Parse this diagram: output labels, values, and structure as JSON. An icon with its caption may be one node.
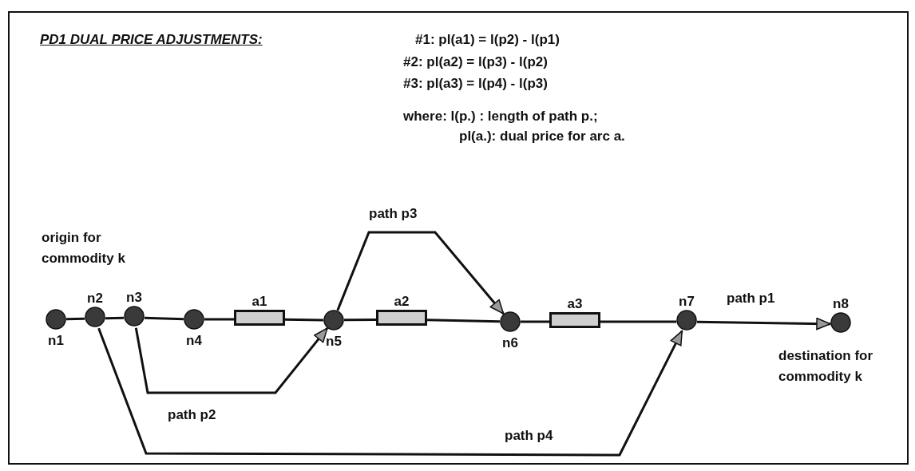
{
  "diagram": {
    "title": "PD1 DUAL PRICE ADJUSTMENTS:",
    "nodes": [
      {
        "text": [
          "n1"
        ],
        "beside": [
          "origin for commodity k"
        ]
      },
      {
        "text": [
          "n2"
        ]
      },
      {
        "text": [
          "n3"
        ]
      },
      {
        "text": [
          "n4"
        ]
      },
      {
        "text": [
          "a1"
        ]
      },
      {
        "text": [
          "n5"
        ]
      },
      {
        "text": [
          "a2"
        ]
      },
      {
        "text": [
          "n6"
        ]
      },
      {
        "text": [
          "a3"
        ]
      },
      {
        "text": [
          "n7"
        ]
      },
      {
        "text": [
          "n8"
        ],
        "beside": [
          "destination for commodity k"
        ]
      }
    ],
    "edges": [
      {
        "from": 0,
        "to": 1,
        "arrow": "none"
      },
      {
        "from": 1,
        "to": 2,
        "arrow": "none"
      },
      {
        "from": 2,
        "to": 3,
        "arrow": "none"
      },
      {
        "from": 3,
        "to": 4,
        "arrow": "none"
      },
      {
        "from": 4,
        "to": 5,
        "arrow": "none"
      },
      {
        "from": 5,
        "to": 6,
        "arrow": "none"
      },
      {
        "from": 6,
        "to": 7,
        "arrow": "none"
      },
      {
        "from": 7,
        "to": 8,
        "arrow": "none"
      },
      {
        "from": 8,
        "to": 9,
        "arrow": "none"
      },
      {
        "from": 9,
        "to": 10,
        "arrow": "to",
        "label": "path p1"
      },
      {
        "from": 2,
        "to": 5,
        "arrow": "to",
        "label": "path p2"
      },
      {
        "from": 5,
        "to": 7,
        "arrow": "to",
        "label": "path p3"
      },
      {
        "from": 1,
        "to": 9,
        "arrow": "to",
        "label": "path p4"
      }
    ],
    "labels": [
      "#1: pl(a1) = l(p2) - l(p1)",
      "#2: pl(a2) = l(p3) - l(p2)",
      "#3: pl(a3) = l(p4) - l(p3)",
      "where: l(p.) : length of path p.;",
      "pl(a.): dual price for arc a."
    ]
  }
}
